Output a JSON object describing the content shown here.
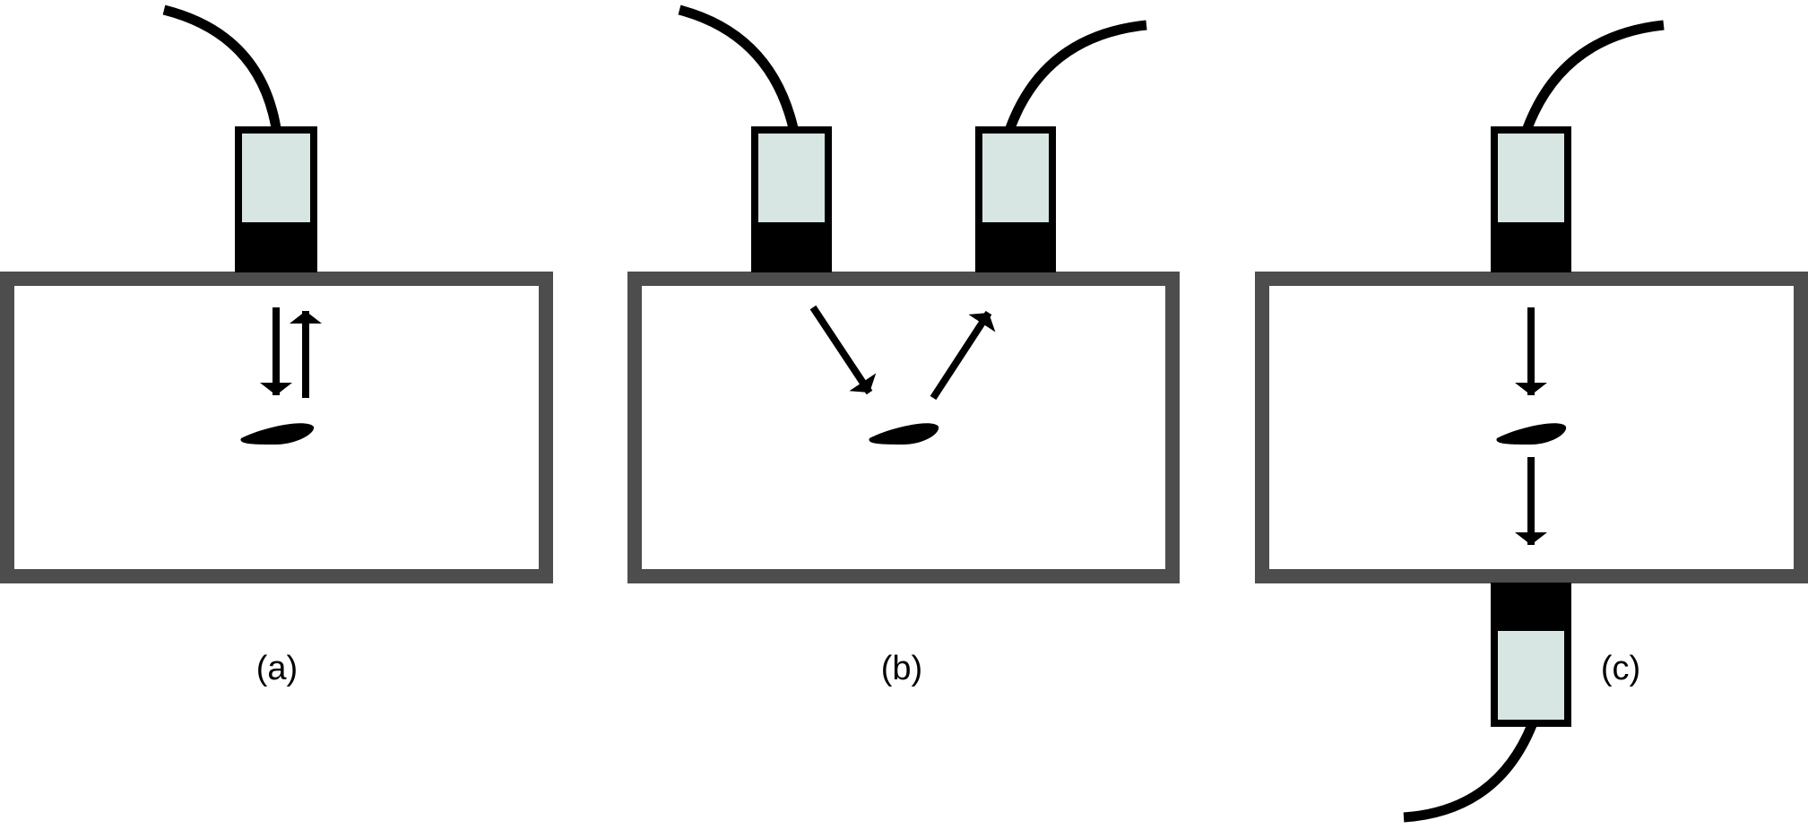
{
  "panels": [
    {
      "id": "a",
      "label": "(a)",
      "configuration": "pulse-echo",
      "transducers": [
        "top"
      ],
      "arrows": [
        "incident-down",
        "reflected-up"
      ]
    },
    {
      "id": "b",
      "label": "(b)",
      "configuration": "pitch-catch-angled",
      "transducers": [
        "top-left",
        "top-right"
      ],
      "arrows": [
        "incident-angled",
        "reflected-angled"
      ]
    },
    {
      "id": "c",
      "label": "(c)",
      "configuration": "through-transmission",
      "transducers": [
        "top",
        "bottom"
      ],
      "arrows": [
        "incident-down",
        "transmitted-down"
      ]
    }
  ],
  "colors": {
    "specimen_outline": "#4d4d4d",
    "transducer_face": "#d7e5e3",
    "transducer_backing": "#000000",
    "arrow": "#000000",
    "flaw": "#000000",
    "cable": "#000000"
  },
  "icons": {
    "transducer": "ultrasonic-transducer-icon",
    "flaw": "defect-shape-icon",
    "arrow": "wave-direction-arrow-icon"
  }
}
